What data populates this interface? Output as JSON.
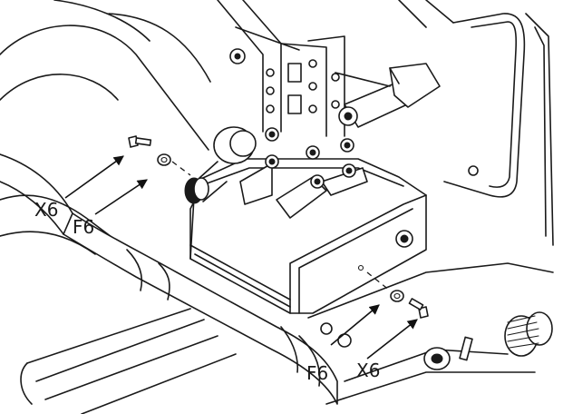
{
  "labels": {
    "x6_left": "X6",
    "f6_left": "F6",
    "f6_right": "F6",
    "x6_right": "X6"
  }
}
